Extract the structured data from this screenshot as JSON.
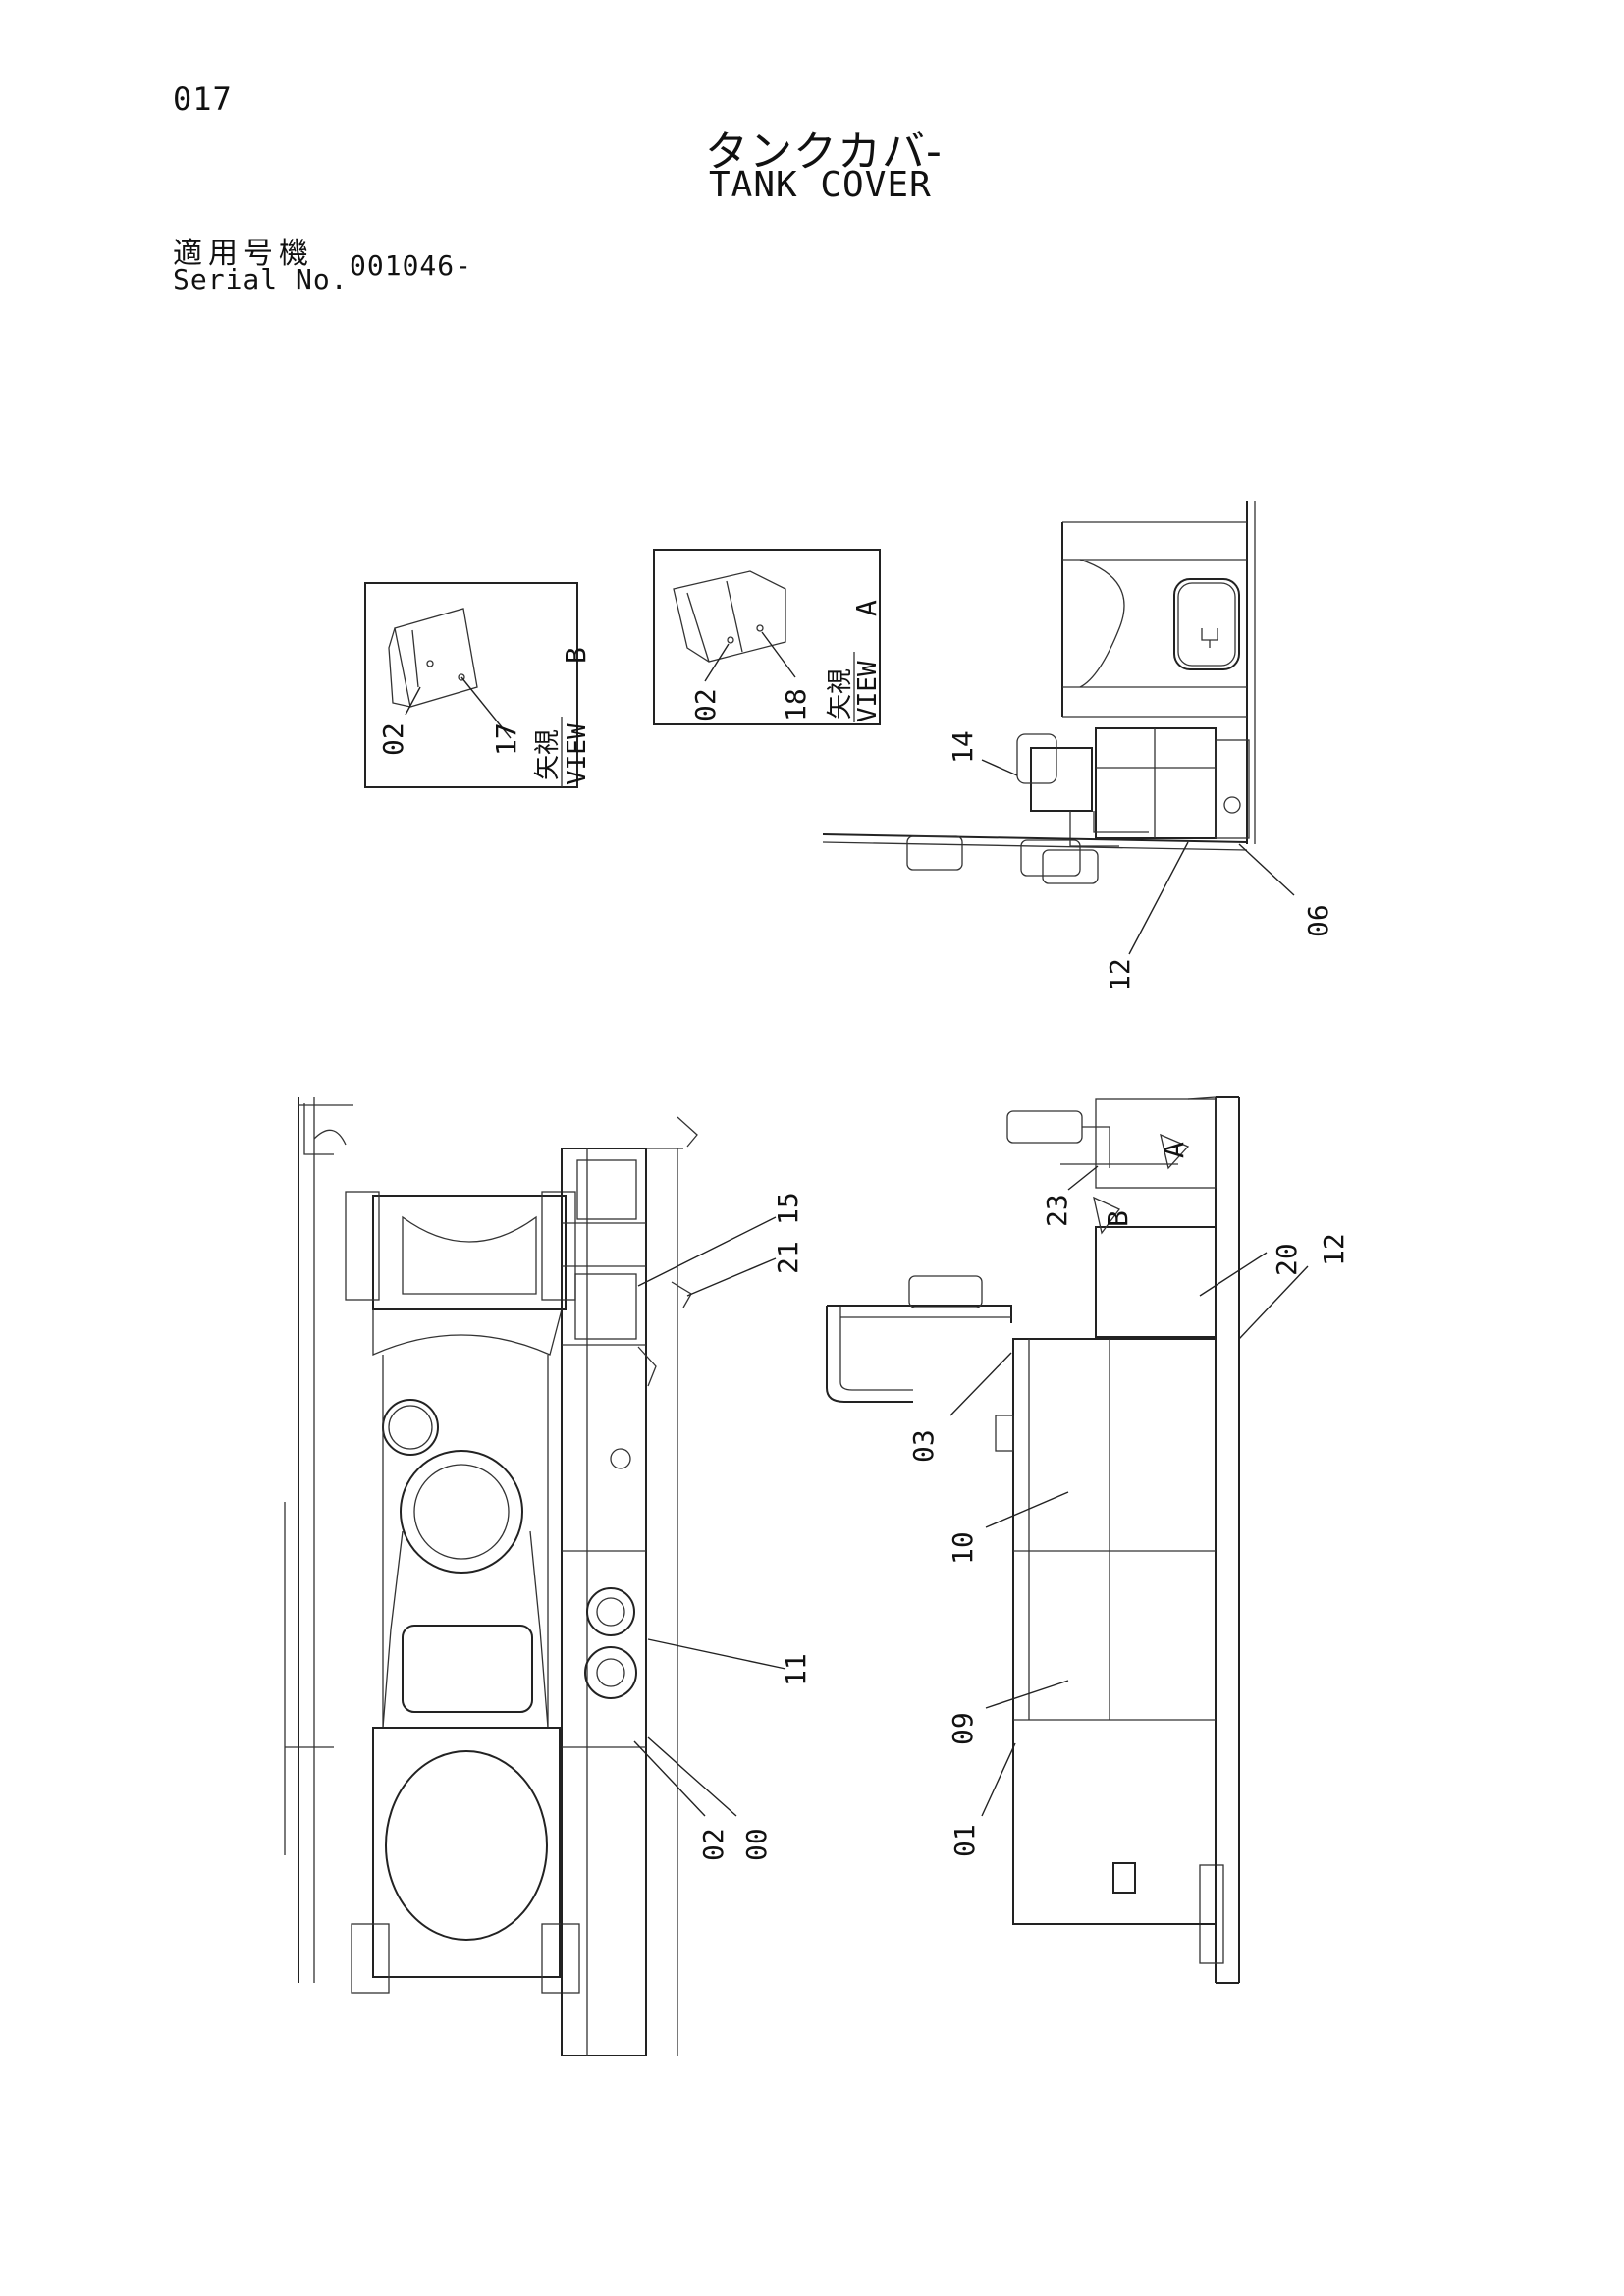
{
  "header": {
    "page_number": "017",
    "title_jp": "タンクカバ-",
    "title_en": "TANK COVER",
    "serial_label_jp": "適用号機",
    "serial_label_en": "Serial No.",
    "serial_value": "001046-"
  },
  "views": {
    "view_b": {
      "label_jp": "矢視",
      "label_en": "VIEW",
      "letter": "B",
      "parts": [
        "02",
        "17"
      ]
    },
    "view_a": {
      "label_jp": "矢視",
      "label_en": "VIEW",
      "letter": "A",
      "parts": [
        "02",
        "18"
      ]
    }
  },
  "callouts": {
    "p14": "14",
    "p12_top": "12",
    "p06": "06",
    "p15": "15",
    "p21": "21",
    "p11": "11",
    "p02": "02",
    "p00": "00",
    "p23": "23",
    "p20": "20",
    "p12_side": "12",
    "p03": "03",
    "p10": "10",
    "p09": "09",
    "p01": "01"
  },
  "arrows": {
    "a": "A",
    "b": "B"
  },
  "colors": {
    "line": "#222222",
    "background": "#ffffff"
  }
}
